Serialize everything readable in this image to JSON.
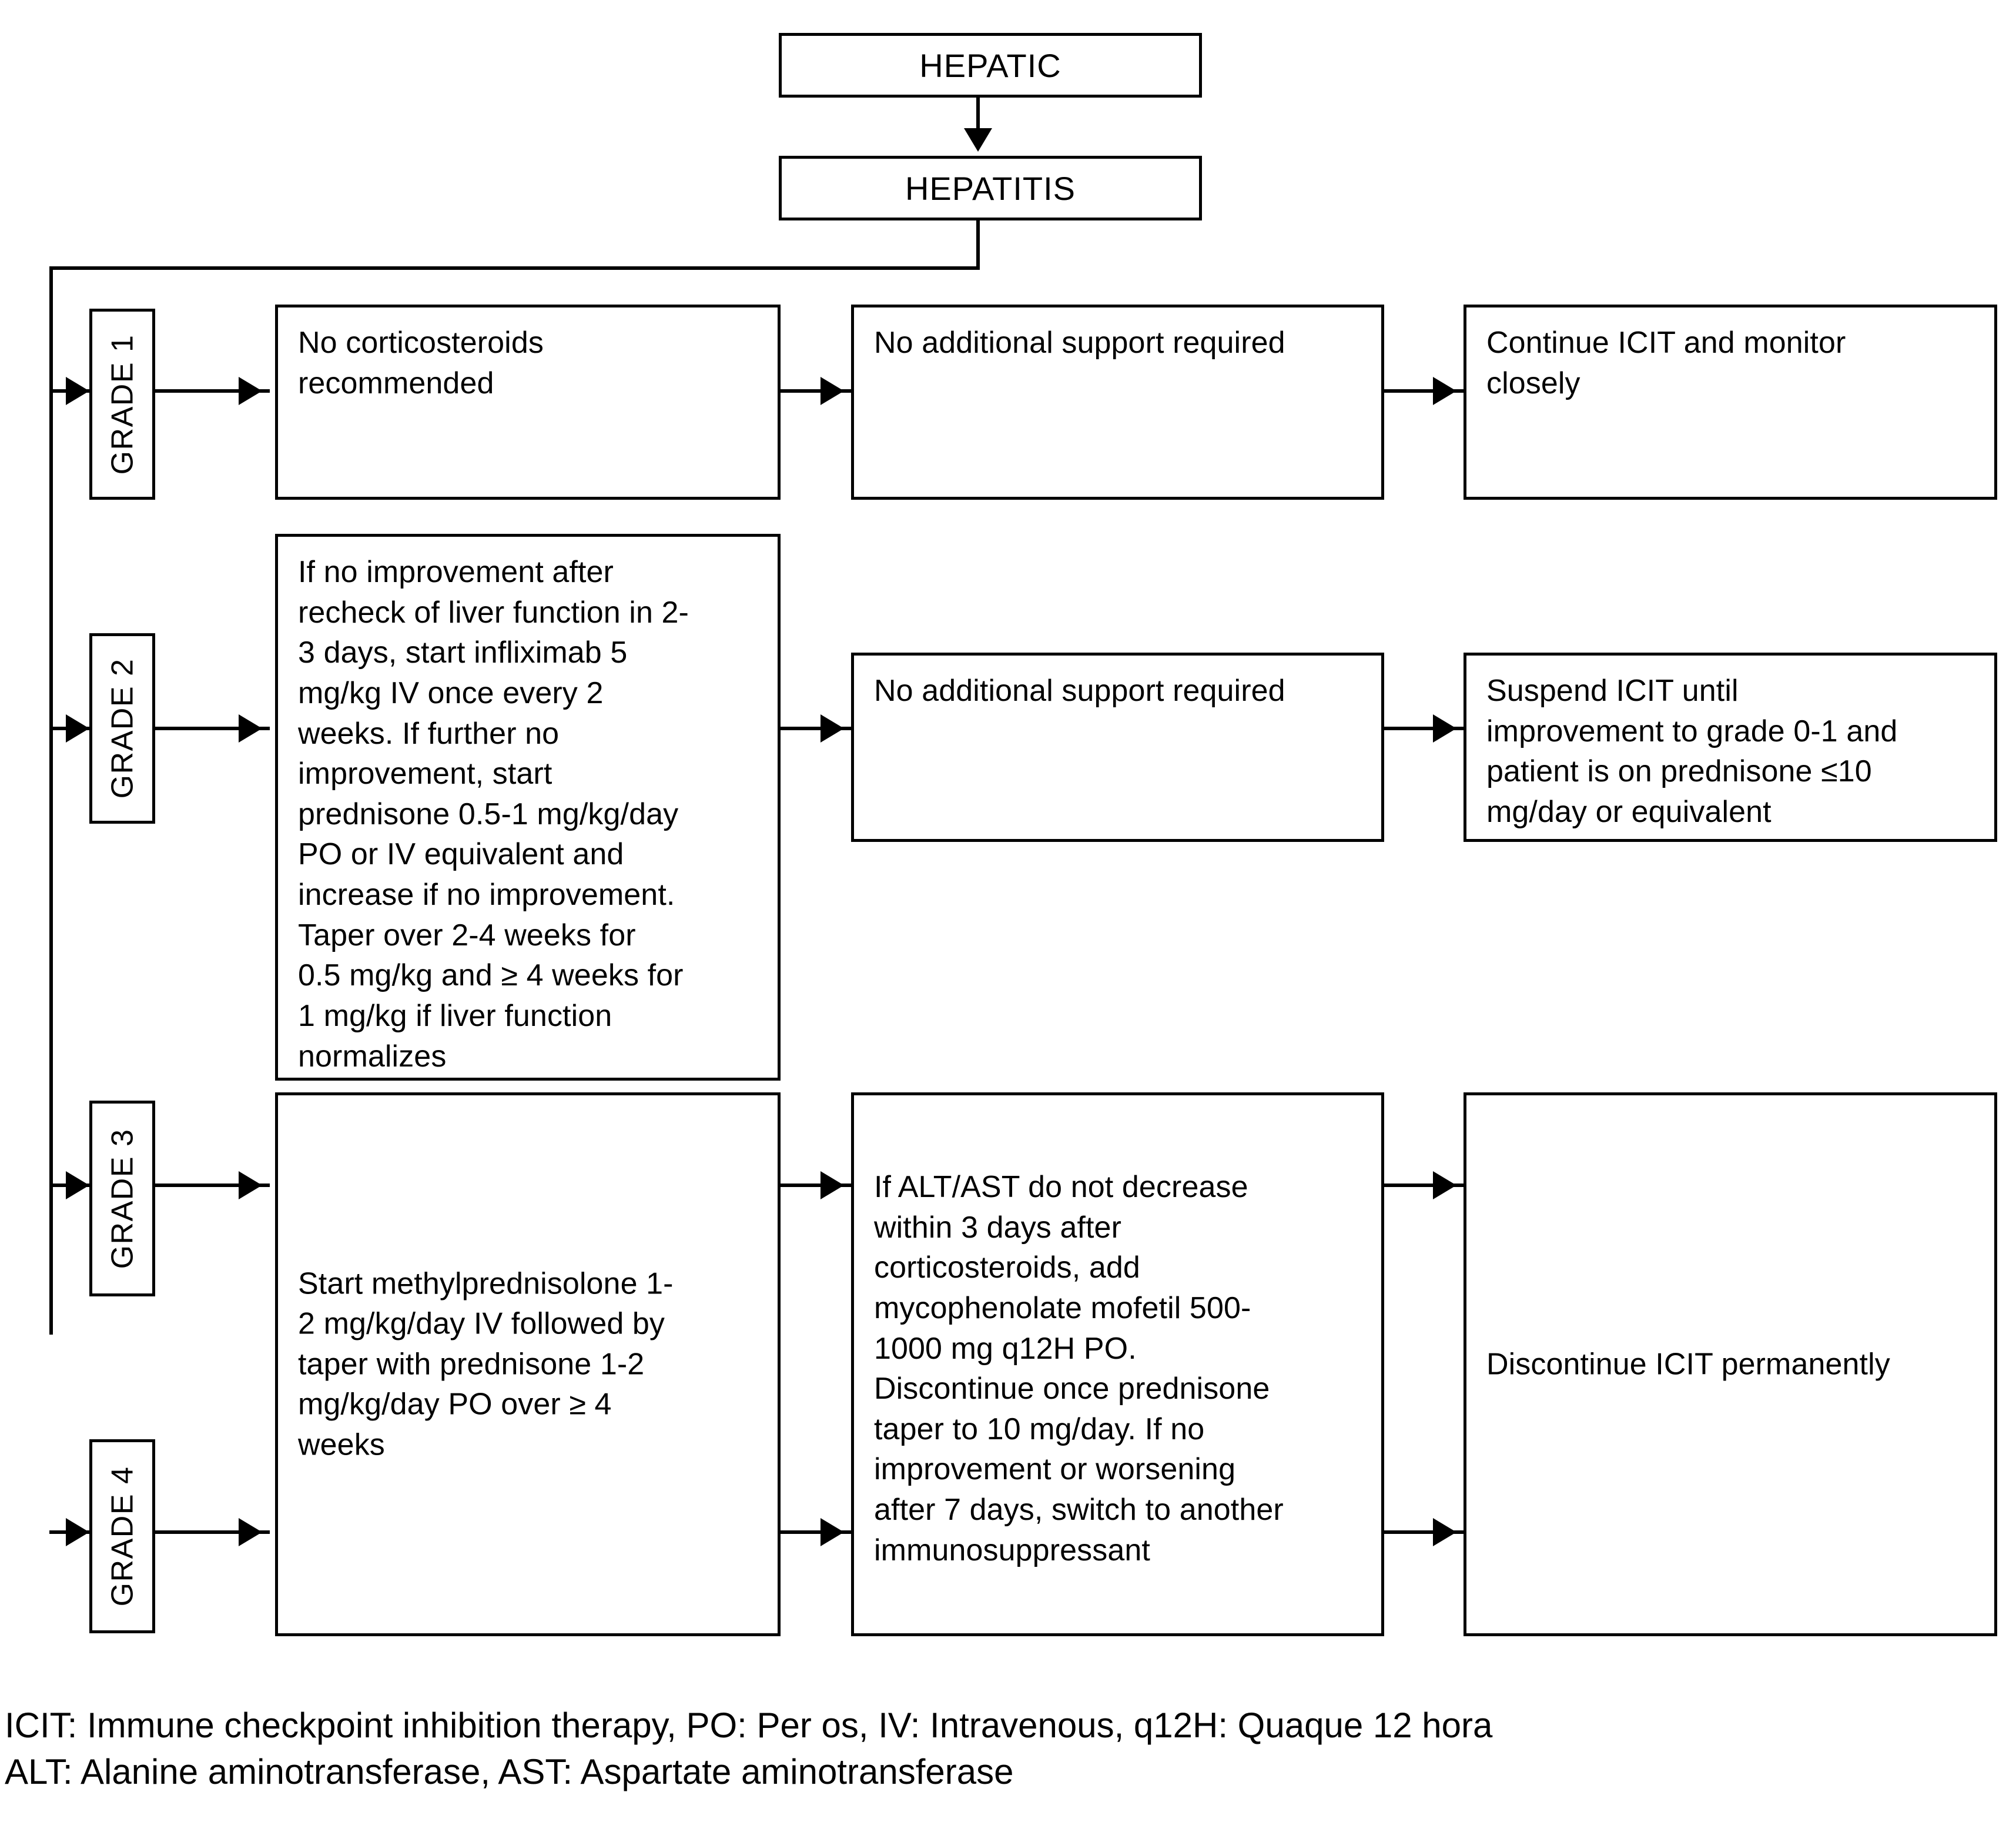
{
  "header": {
    "organ_label": "HEPATIC",
    "condition_label": "HEPATITIS"
  },
  "grades": [
    {
      "id": "grade-1",
      "label": "GRADE 1"
    },
    {
      "id": "grade-2",
      "label": "GRADE 2"
    },
    {
      "id": "grade-3",
      "label": "GRADE 3"
    },
    {
      "id": "grade-4",
      "label": "GRADE 4"
    }
  ],
  "rows": {
    "grade1": {
      "treatment": "No corticosteroids\nrecommended",
      "support": "No additional support required",
      "icit": "Continue ICIT and monitor\nclosely"
    },
    "grade2": {
      "treatment": "If no improvement after\nrecheck of liver function in 2-\n3 days, start infliximab 5\nmg/kg IV once every 2\nweeks. If further no\nimprovement, start\nprednisone 0.5-1 mg/kg/day\nPO or IV equivalent and\nincrease if no improvement.\nTaper over 2-4 weeks for\n0.5 mg/kg and ≥ 4 weeks for\n1 mg/kg if liver function\nnormalizes",
      "support": "No additional support required",
      "icit": "Suspend ICIT until\nimprovement to grade 0-1 and\npatient is on prednisone ≤10\nmg/day or equivalent"
    },
    "grade34": {
      "treatment": "Start methylprednisolone 1-\n2 mg/kg/day IV followed by\ntaper with prednisone 1-2\nmg/kg/day PO over ≥ 4\nweeks",
      "support": "If ALT/AST do not decrease\nwithin 3 days after\ncorticosteroids, add\nmycophenolate mofetil 500-\n1000 mg q12H PO.\nDiscontinue once prednisone\ntaper to 10 mg/day. If no\nimprovement or worsening\nafter 7 days, switch to another\nimmunosuppressant",
      "icit": "Discontinue ICIT permanently"
    }
  },
  "footnotes": {
    "line1": "ICIT: Immune checkpoint inhibition therapy, PO: Per os, IV: Intravenous, q12H: Quaque 12 hora",
    "line2": "ALT: Alanine aminotransferase, AST: Aspartate aminotransferase"
  },
  "colors": {
    "stroke": "#000000",
    "background": "#ffffff",
    "text": "#000000"
  }
}
